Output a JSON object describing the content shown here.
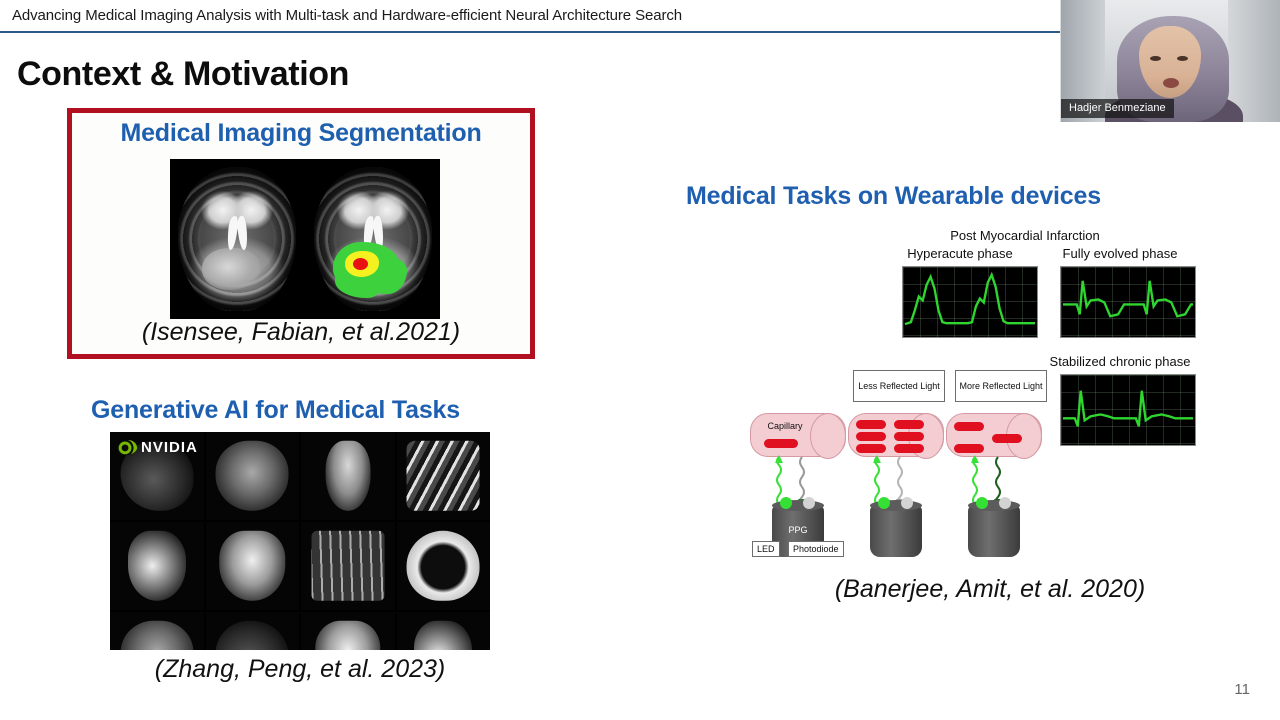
{
  "header": {
    "title": "Advancing Medical Imaging Analysis with Multi-task and Hardware-efficient Neural Architecture Search",
    "rule_color": "#2b5b84"
  },
  "slide": {
    "title": "Context & Motivation",
    "page_number": "11",
    "accent_blue": "#1f5fb0",
    "box_red": "#b01020"
  },
  "panels": {
    "segmentation": {
      "heading": "Medical Imaging Segmentation",
      "caption": "(Isensee, Fabian, et al.2021)",
      "figure_name": "brain-mri-segmentation",
      "overlay_colors": {
        "edema": "#3dd13d",
        "enhancing": "#f5f120",
        "core": "#e81010"
      }
    },
    "generative": {
      "heading": "Generative AI for Medical Tasks",
      "caption": "(Zhang, Peng, et al. 2023)",
      "figure_name": "medical-scan-grid",
      "watermark": "NVIDIA",
      "watermark_color": "#76b900",
      "grid_columns": 4,
      "grid_rows": 3
    },
    "wearable": {
      "heading": "Medical Tasks on Wearable devices",
      "caption": "(Banerjee, Amit, et al. 2020)",
      "ecg": {
        "group_label": "Post Myocardial Infarction",
        "panels": [
          {
            "label": "Hyperacute phase"
          },
          {
            "label": "Fully evolved phase"
          },
          {
            "label": "Stabilized chronic phase"
          }
        ],
        "trace_color": "#2fd62f",
        "background_color": "#000000"
      },
      "ppg": {
        "light_boxes": [
          "Less Reflected Light",
          "More Reflected Light"
        ],
        "capillary_label": "Capillary",
        "sensor_label": "PPG",
        "component_tags": [
          "LED",
          "Photodiode"
        ],
        "led_color": "#35e035",
        "blood_cell_color": "#e01020"
      }
    }
  },
  "webcam": {
    "speaker_name": "Hadjer Benmeziane"
  }
}
